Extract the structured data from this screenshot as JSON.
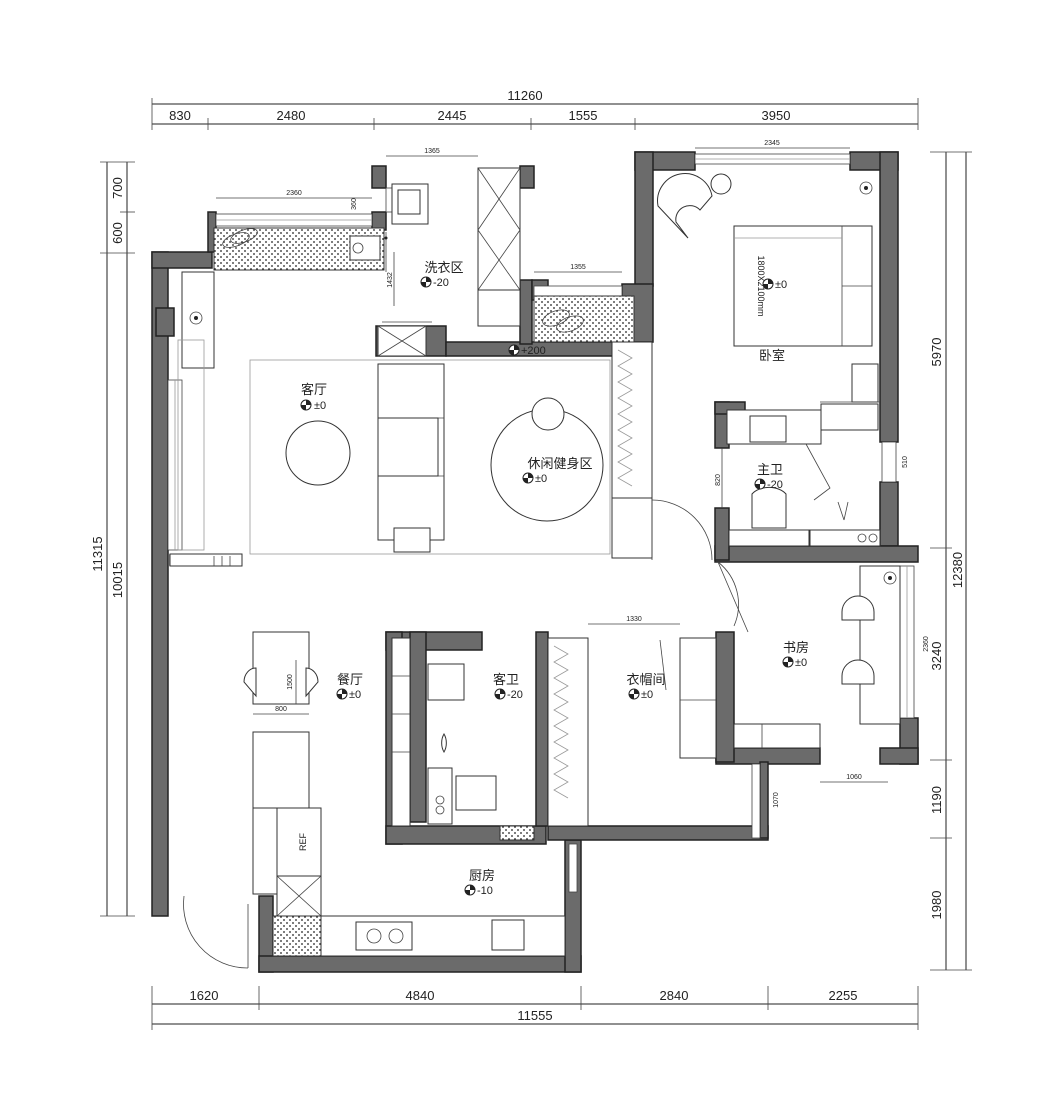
{
  "dimensions": {
    "top_total": "11260",
    "top_segments": [
      "830",
      "2480",
      "2445",
      "1555",
      "3950"
    ],
    "bottom_segments": [
      "1620",
      "4840",
      "2840",
      "2255"
    ],
    "bottom_total": "11555",
    "left_segments": [
      "700",
      "600"
    ],
    "left_inner": "10015",
    "left_outer": "11315",
    "right_segments": [
      "5970",
      "3240",
      "1190",
      "1980"
    ],
    "right_total": "12380",
    "inner": {
      "w1365": "1365",
      "w2360": "2360",
      "w360": "360",
      "w1432": "1432",
      "w1355": "1355",
      "w2345": "2345",
      "w510": "510",
      "w820": "820",
      "w1330": "1330",
      "w1500": "1500",
      "w800": "800",
      "w2360b": "2360",
      "w1060": "1060",
      "w1070": "1070",
      "bed_size": "1800X2100mm",
      "ref": "REF"
    }
  },
  "rooms": {
    "living": {
      "name": "客厅",
      "level": "±0"
    },
    "laundry": {
      "name": "洗衣区",
      "level": "-20"
    },
    "corridor": {
      "level": "+200"
    },
    "leisure": {
      "name": "休闲健身区",
      "level": "±0"
    },
    "bedroom": {
      "name": "卧室",
      "level": "±0"
    },
    "master_bath": {
      "name": "主卫",
      "level": "-20"
    },
    "study": {
      "name": "书房",
      "level": "±0"
    },
    "dining": {
      "name": "餐厅",
      "level": "±0"
    },
    "guest_bath": {
      "name": "客卫",
      "level": "-20"
    },
    "cloakroom": {
      "name": "衣帽间",
      "level": "±0"
    },
    "kitchen": {
      "name": "厨房",
      "level": "-10"
    }
  }
}
